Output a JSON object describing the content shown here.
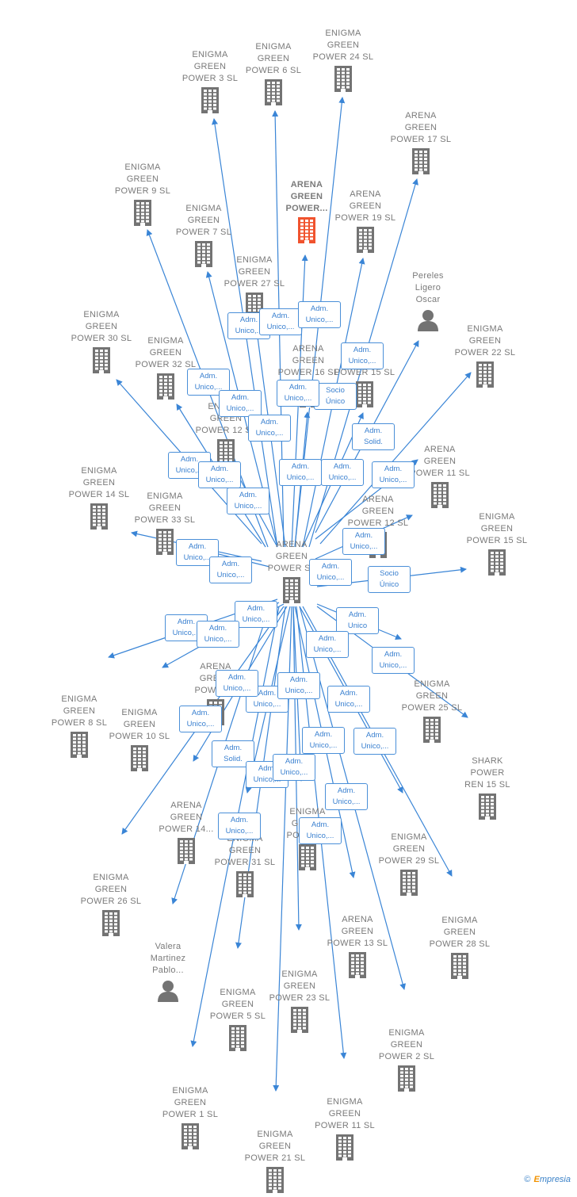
{
  "colors": {
    "edge": "#3a85d6",
    "building": "#737373",
    "focus": "#f0532e",
    "label": "#7a7a7a",
    "relation_text": "#3a80d0"
  },
  "nodes": [
    {
      "id": "center",
      "label": "ARENA\nGREEN\nPOWER  SL",
      "kind": "building"
    },
    {
      "id": "focus",
      "label": "ARENA\nGREEN\nPOWER...",
      "kind": "focus"
    },
    {
      "id": "egp3",
      "label": "ENIGMA\nGREEN\nPOWER 3  SL",
      "kind": "building"
    },
    {
      "id": "egp6",
      "label": "ENIGMA\nGREEN\nPOWER 6  SL",
      "kind": "building"
    },
    {
      "id": "egp24",
      "label": "ENIGMA\nGREEN\nPOWER 24  SL",
      "kind": "building"
    },
    {
      "id": "agp17",
      "label": "ARENA\nGREEN\nPOWER 17  SL",
      "kind": "building"
    },
    {
      "id": "egp9",
      "label": "ENIGMA\nGREEN\nPOWER 9  SL",
      "kind": "building"
    },
    {
      "id": "egp7",
      "label": "ENIGMA\nGREEN\nPOWER 7  SL",
      "kind": "building"
    },
    {
      "id": "agp19",
      "label": "ARENA\nGREEN\nPOWER 19  SL",
      "kind": "building"
    },
    {
      "id": "egp27",
      "label": "ENIGMA\nGREEN\nPOWER 27  SL",
      "kind": "building"
    },
    {
      "id": "pereles",
      "label": "Pereles\nLigero\nOscar",
      "kind": "person"
    },
    {
      "id": "egp30",
      "label": "ENIGMA\nGREEN\nPOWER 30  SL",
      "kind": "building"
    },
    {
      "id": "egp32",
      "label": "ENIGMA\nGREEN\nPOWER 32  SL",
      "kind": "building"
    },
    {
      "id": "agp16",
      "label": "ARENA\nGREEN\nPOWER 16  SL",
      "kind": "building"
    },
    {
      "id": "agp15",
      "label": "ARENA\nGREEN\nPOWER 15  SL",
      "kind": "building"
    },
    {
      "id": "egp22",
      "label": "ENIGMA\nGREEN\nPOWER 22  SL",
      "kind": "building"
    },
    {
      "id": "agp12b",
      "label": "ENIGMA\nGREEN\nPOWER 12  SL",
      "kind": "building"
    },
    {
      "id": "agp11",
      "label": "ARENA\nGREEN\nPOWER 11  SL",
      "kind": "building"
    },
    {
      "id": "egp14",
      "label": "ENIGMA\nGREEN\nPOWER 14  SL",
      "kind": "building"
    },
    {
      "id": "egp33",
      "label": "ENIGMA\nGREEN\nPOWER 33  SL",
      "kind": "building"
    },
    {
      "id": "agp12",
      "label": "ARENA\nGREEN\nPOWER 12  SL",
      "kind": "building"
    },
    {
      "id": "egp15",
      "label": "ENIGMA\nGREEN\nPOWER 15  SL",
      "kind": "building"
    },
    {
      "id": "egp8",
      "label": "ENIGMA\nGREEN\nPOWER 8  SL",
      "kind": "building"
    },
    {
      "id": "egp10",
      "label": "ENIGMA\nGREEN\nPOWER 10  SL",
      "kind": "building"
    },
    {
      "id": "agpx",
      "label": "ARENA\nGREEN\nPOWER...",
      "kind": "building"
    },
    {
      "id": "egp25",
      "label": "ENIGMA\nGREEN\nPOWER 25  SL",
      "kind": "building"
    },
    {
      "id": "shark",
      "label": "SHARK\nPOWER\nREN 15  SL",
      "kind": "building"
    },
    {
      "id": "agp14",
      "label": "ARENA\nGREEN\nPOWER 14...",
      "kind": "building"
    },
    {
      "id": "egpy",
      "label": "ENIGMA\nGREEN\nPOWER...",
      "kind": "building"
    },
    {
      "id": "egp31",
      "label": "ENIGMA\nGREEN\nPOWER 31  SL",
      "kind": "building"
    },
    {
      "id": "egp29",
      "label": "ENIGMA\nGREEN\nPOWER 29  SL",
      "kind": "building"
    },
    {
      "id": "egp26",
      "label": "ENIGMA\nGREEN\nPOWER 26  SL",
      "kind": "building"
    },
    {
      "id": "agp13",
      "label": "ARENA\nGREEN\nPOWER 13  SL",
      "kind": "building"
    },
    {
      "id": "egp28",
      "label": "ENIGMA\nGREEN\nPOWER 28  SL",
      "kind": "building"
    },
    {
      "id": "valera",
      "label": "Valera\nMartinez\nPablo...",
      "kind": "person"
    },
    {
      "id": "egp5",
      "label": "ENIGMA\nGREEN\nPOWER 5  SL",
      "kind": "building"
    },
    {
      "id": "egp23",
      "label": "ENIGMA\nGREEN\nPOWER 23  SL",
      "kind": "building"
    },
    {
      "id": "egp2",
      "label": "ENIGMA\nGREEN\nPOWER 2  SL",
      "kind": "building"
    },
    {
      "id": "egp1",
      "label": "ENIGMA\nGREEN\nPOWER 1  SL",
      "kind": "building"
    },
    {
      "id": "egp11",
      "label": "ENIGMA\nGREEN\nPOWER 11  SL",
      "kind": "building"
    },
    {
      "id": "egp21",
      "label": "ENIGMA\nGREEN\nPOWER 21  SL",
      "kind": "building"
    }
  ],
  "relations": [
    "Adm.\nUnico,...",
    "Adm.\nUnico,...",
    "Adm.\nUnico,...",
    "Adm.\nUnico,...",
    "Socio\nÚnico",
    "Adm.\nUnico,...",
    "Adm.\nUnico,...",
    "Adm.\nUnico,...",
    "Adm.\nSolid.",
    "Adm.\nUnico,...",
    "Adm.\nUnico,...",
    "Adm.\nUnico,...",
    "Adm.\nUnico,...",
    "Adm.\nUnico,...",
    "Adm.\nUnico,...",
    "Adm.\nUnico,...",
    "Adm.\nUnico,...",
    "Adm.\nUnico,...",
    "Adm.\nUnico,...",
    "Adm.\nUnico,...",
    "Socio\nÚnico",
    "Adm.\nUnico,...",
    "Adm.\nUnico,...",
    "Adm.\nUnico,...",
    "Adm.\nUnico",
    "Adm.\nUnico,...",
    "Adm.\nUnico,...",
    "Adm.\nUnico,...",
    "Adm.\nUnico,...",
    "Adm.\nUnico,...",
    "Adm.\nUnico,...",
    "Adm.\nSolid.",
    "Adm.\nUnico,...",
    "Adm.\nUnico,...",
    "Adm.\nUnico,...",
    "Adm.\nUnico,...",
    "Adm.\nUnico,...",
    "Adm.\nUnico,...",
    "Adm.\nUnico,...",
    "Adm.\nUnico,..."
  ],
  "footer": {
    "copyright": "©",
    "brand_first": "E",
    "brand_rest": "mpresia"
  }
}
